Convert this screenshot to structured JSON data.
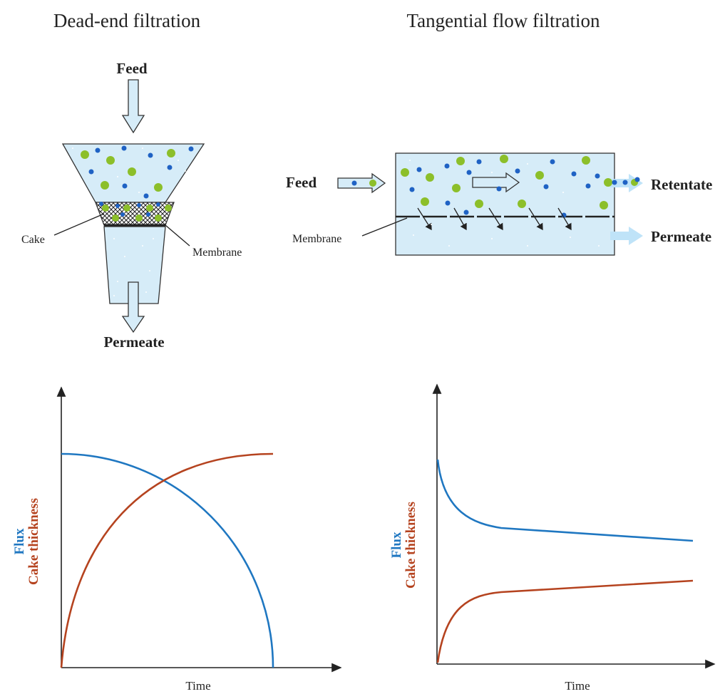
{
  "panels": {
    "dead_end": {
      "title": "Dead-end filtration",
      "feed_label": "Feed",
      "permeate_label": "Permeate",
      "cake_label": "Cake",
      "membrane_label": "Membrane"
    },
    "tangential": {
      "title": "Tangential flow filtration",
      "feed_label": "Feed",
      "retentate_label": "Retentate",
      "permeate_label": "Permeate",
      "membrane_label": "Membrane"
    }
  },
  "graphs": {
    "left": {
      "xlabel": "Time",
      "ylabel_flux": "Flux",
      "ylabel_cake": "Cake thickness"
    },
    "right": {
      "xlabel": "Time",
      "ylabel_flux": "Flux",
      "ylabel_cake": "Cake thickness"
    }
  },
  "colors": {
    "liquid": "#d6ecf8",
    "outline": "#333333",
    "arrow_fill": "#d6ecf8",
    "large_particle": "#8cbf2a",
    "small_particle": "#1f62c4",
    "flux_curve": "#1f77c1",
    "cake_curve": "#b5431f",
    "axis": "#222222"
  }
}
